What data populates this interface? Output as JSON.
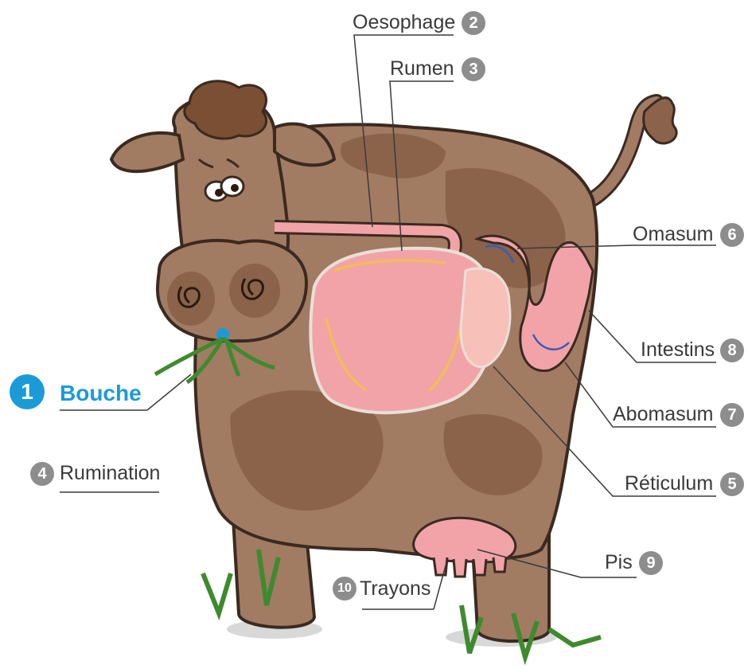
{
  "labels": [
    {
      "num": "2",
      "text": "Oesophage"
    },
    {
      "num": "3",
      "text": "Rumen"
    },
    {
      "num": "6",
      "text": "Omasum"
    },
    {
      "num": "8",
      "text": "Intestins"
    },
    {
      "num": "1",
      "text": "Bouche"
    },
    {
      "num": "7",
      "text": "Abomasum"
    },
    {
      "num": "4",
      "text": "Rumination"
    },
    {
      "num": "5",
      "text": "Réticulum"
    },
    {
      "num": "9",
      "text": "Pis"
    },
    {
      "num": "10",
      "text": "Trayons"
    }
  ],
  "colors": {
    "cow_body": "#a27b63",
    "cow_spots": "#8a634a",
    "hair": "#7a4f33",
    "stomach": "#f2a3a8",
    "label_text": "#3a3a3a",
    "number_badge": "#8d8d8d",
    "highlight": "#1a9bd7",
    "grass": "#3e8a2e"
  }
}
